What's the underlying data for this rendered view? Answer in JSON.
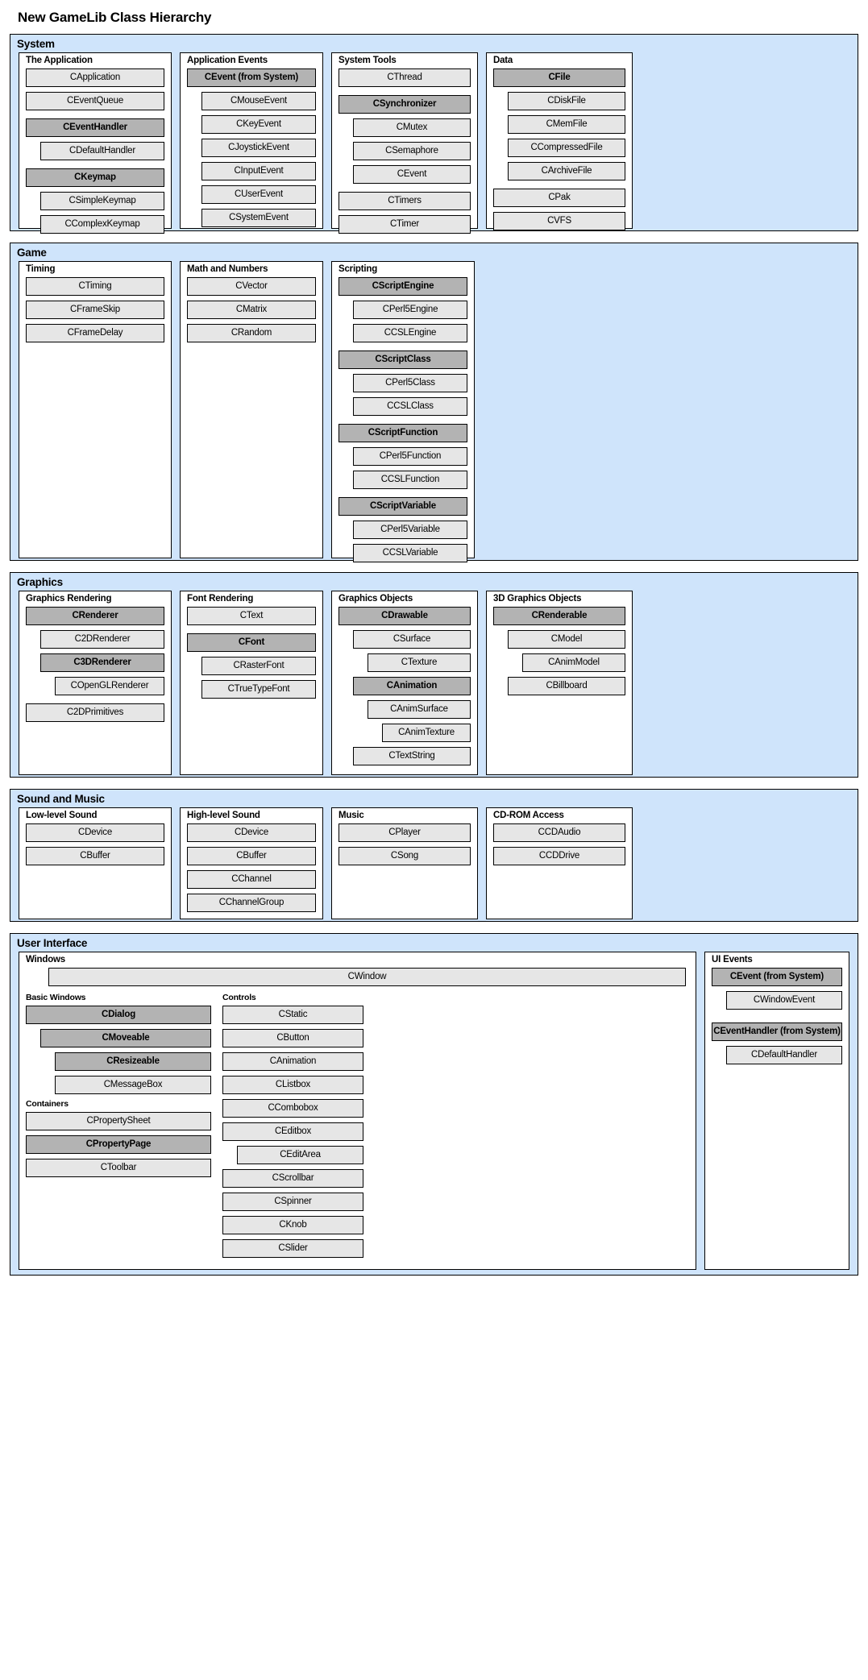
{
  "title": "New GameLib Class Hierarchy",
  "sections": [
    {
      "name": "System",
      "panels": [
        {
          "name": "The Application",
          "classes": [
            {
              "label": "CApplication",
              "style": "light",
              "depth": 0
            },
            {
              "label": "CEventQueue",
              "style": "light",
              "depth": 0
            },
            {
              "label": "CEventHandler",
              "style": "dark",
              "depth": 0
            },
            {
              "label": "CDefaultHandler",
              "style": "light",
              "depth": 1
            },
            {
              "label": "CKeymap",
              "style": "dark",
              "depth": 0
            },
            {
              "label": "CSimpleKeymap",
              "style": "light",
              "depth": 1
            },
            {
              "label": "CComplexKeymap",
              "style": "light",
              "depth": 1
            }
          ]
        },
        {
          "name": "Application Events",
          "classes": [
            {
              "label": "CEvent (from System)",
              "style": "dark",
              "depth": 0
            },
            {
              "label": "CMouseEvent",
              "style": "light",
              "depth": 1
            },
            {
              "label": "CKeyEvent",
              "style": "light",
              "depth": 1
            },
            {
              "label": "CJoystickEvent",
              "style": "light",
              "depth": 1
            },
            {
              "label": "CInputEvent",
              "style": "light",
              "depth": 1
            },
            {
              "label": "CUserEvent",
              "style": "light",
              "depth": 1
            },
            {
              "label": "CSystemEvent",
              "style": "light",
              "depth": 1
            }
          ]
        },
        {
          "name": "System Tools",
          "classes": [
            {
              "label": "CThread",
              "style": "light",
              "depth": 0
            },
            {
              "label": "CSynchronizer",
              "style": "dark",
              "depth": 0
            },
            {
              "label": "CMutex",
              "style": "light",
              "depth": 1
            },
            {
              "label": "CSemaphore",
              "style": "light",
              "depth": 1
            },
            {
              "label": "CEvent",
              "style": "light",
              "depth": 1
            },
            {
              "label": "CTimers",
              "style": "light",
              "depth": 0
            },
            {
              "label": "CTimer",
              "style": "light",
              "depth": 0
            }
          ]
        },
        {
          "name": "Data",
          "classes": [
            {
              "label": "CFile",
              "style": "dark",
              "depth": 0
            },
            {
              "label": "CDiskFile",
              "style": "light",
              "depth": 1
            },
            {
              "label": "CMemFile",
              "style": "light",
              "depth": 1
            },
            {
              "label": "CCompressedFile",
              "style": "light",
              "depth": 1
            },
            {
              "label": "CArchiveFile",
              "style": "light",
              "depth": 1
            },
            {
              "label": "CPak",
              "style": "light",
              "depth": 0
            },
            {
              "label": "CVFS",
              "style": "light",
              "depth": 0
            }
          ]
        }
      ]
    },
    {
      "name": "Game",
      "panels": [
        {
          "name": "Timing",
          "classes": [
            {
              "label": "CTiming",
              "style": "light",
              "depth": 0
            },
            {
              "label": "CFrameSkip",
              "style": "light",
              "depth": 0
            },
            {
              "label": "CFrameDelay",
              "style": "light",
              "depth": 0
            }
          ]
        },
        {
          "name": "Math and Numbers",
          "classes": [
            {
              "label": "CVector",
              "style": "light",
              "depth": 0
            },
            {
              "label": "CMatrix",
              "style": "light",
              "depth": 0
            },
            {
              "label": "CRandom",
              "style": "light",
              "depth": 0
            }
          ]
        },
        {
          "name": "Scripting",
          "classes": [
            {
              "label": "CScriptEngine",
              "style": "dark",
              "depth": 0
            },
            {
              "label": "CPerl5Engine",
              "style": "light",
              "depth": 1
            },
            {
              "label": "CCSLEngine",
              "style": "light",
              "depth": 1
            },
            {
              "label": "CScriptClass",
              "style": "dark",
              "depth": 0
            },
            {
              "label": "CPerl5Class",
              "style": "light",
              "depth": 1
            },
            {
              "label": "CCSLClass",
              "style": "light",
              "depth": 1
            },
            {
              "label": "CScriptFunction",
              "style": "dark",
              "depth": 0
            },
            {
              "label": "CPerl5Function",
              "style": "light",
              "depth": 1
            },
            {
              "label": "CCSLFunction",
              "style": "light",
              "depth": 1
            },
            {
              "label": "CScriptVariable",
              "style": "dark",
              "depth": 0
            },
            {
              "label": "CPerl5Variable",
              "style": "light",
              "depth": 1
            },
            {
              "label": "CCSLVariable",
              "style": "light",
              "depth": 1
            }
          ]
        }
      ]
    },
    {
      "name": "Graphics",
      "panels": [
        {
          "name": "Graphics Rendering",
          "classes": [
            {
              "label": "CRenderer",
              "style": "dark",
              "depth": 0
            },
            {
              "label": "C2DRenderer",
              "style": "light",
              "depth": 1
            },
            {
              "label": "C3DRenderer",
              "style": "dark",
              "depth": 1
            },
            {
              "label": "COpenGLRenderer",
              "style": "light",
              "depth": 2
            },
            {
              "label": "C2DPrimitives",
              "style": "light",
              "depth": 0
            }
          ]
        },
        {
          "name": "Font Rendering",
          "classes": [
            {
              "label": "CText",
              "style": "light",
              "depth": 0
            },
            {
              "label": "CFont",
              "style": "dark",
              "depth": 0
            },
            {
              "label": "CRasterFont",
              "style": "light",
              "depth": 1
            },
            {
              "label": "CTrueTypeFont",
              "style": "light",
              "depth": 1
            }
          ]
        },
        {
          "name": "Graphics Objects",
          "classes": [
            {
              "label": "CDrawable",
              "style": "dark",
              "depth": 0
            },
            {
              "label": "CSurface",
              "style": "light",
              "depth": 1
            },
            {
              "label": "CTexture",
              "style": "light",
              "depth": 2
            },
            {
              "label": "CAnimation",
              "style": "dark",
              "depth": 1
            },
            {
              "label": "CAnimSurface",
              "style": "light",
              "depth": 2
            },
            {
              "label": "CAnimTexture",
              "style": "light",
              "depth": 3
            },
            {
              "label": "CTextString",
              "style": "light",
              "depth": 1
            }
          ]
        },
        {
          "name": "3D Graphics Objects",
          "classes": [
            {
              "label": "CRenderable",
              "style": "dark",
              "depth": 0
            },
            {
              "label": "CModel",
              "style": "light",
              "depth": 1
            },
            {
              "label": "CAnimModel",
              "style": "light",
              "depth": 2
            },
            {
              "label": "CBillboard",
              "style": "light",
              "depth": 1
            }
          ]
        }
      ]
    },
    {
      "name": "Sound and Music",
      "panels": [
        {
          "name": "Low-level Sound",
          "classes": [
            {
              "label": "CDevice",
              "style": "light",
              "depth": 0
            },
            {
              "label": "CBuffer",
              "style": "light",
              "depth": 0
            }
          ]
        },
        {
          "name": "High-level Sound",
          "classes": [
            {
              "label": "CDevice",
              "style": "light",
              "depth": 0
            },
            {
              "label": "CBuffer",
              "style": "light",
              "depth": 0
            },
            {
              "label": "CChannel",
              "style": "light",
              "depth": 0
            },
            {
              "label": "CChannelGroup",
              "style": "light",
              "depth": 0
            }
          ]
        },
        {
          "name": "Music",
          "classes": [
            {
              "label": "CPlayer",
              "style": "light",
              "depth": 0
            },
            {
              "label": "CSong",
              "style": "light",
              "depth": 0
            }
          ]
        },
        {
          "name": "CD-ROM Access",
          "classes": [
            {
              "label": "CCDAudio",
              "style": "light",
              "depth": 0
            },
            {
              "label": "CCDDrive",
              "style": "light",
              "depth": 0
            }
          ]
        }
      ]
    }
  ],
  "ui_section": {
    "name": "User Interface",
    "windows_panel": {
      "name": "Windows",
      "root": {
        "label": "CWindow",
        "style": "light"
      },
      "groups": [
        {
          "name": "Basic Windows",
          "classes": [
            {
              "label": "CDialog",
              "style": "dark",
              "depth": 0
            },
            {
              "label": "CMoveable",
              "style": "dark",
              "depth": 1
            },
            {
              "label": "CResizeable",
              "style": "dark",
              "depth": 2
            },
            {
              "label": "CMessageBox",
              "style": "light",
              "depth": 2
            }
          ]
        },
        {
          "name": "Containers",
          "classes": [
            {
              "label": "CPropertySheet",
              "style": "light",
              "depth": 0
            },
            {
              "label": "CPropertyPage",
              "style": "dark",
              "depth": 0
            },
            {
              "label": "CToolbar",
              "style": "light",
              "depth": 0
            }
          ]
        }
      ],
      "controls": {
        "name": "Controls",
        "classes": [
          {
            "label": "CStatic",
            "style": "light",
            "depth": 0
          },
          {
            "label": "CButton",
            "style": "light",
            "depth": 0
          },
          {
            "label": "CAnimation",
            "style": "light",
            "depth": 0
          },
          {
            "label": "CListbox",
            "style": "light",
            "depth": 0
          },
          {
            "label": "CCombobox",
            "style": "light",
            "depth": 0
          },
          {
            "label": "CEditbox",
            "style": "light",
            "depth": 0
          },
          {
            "label": "CEditArea",
            "style": "light",
            "depth": 1
          },
          {
            "label": "CScrollbar",
            "style": "light",
            "depth": 0
          },
          {
            "label": "CSpinner",
            "style": "light",
            "depth": 0
          },
          {
            "label": "CKnob",
            "style": "light",
            "depth": 0
          },
          {
            "label": "CSlider",
            "style": "light",
            "depth": 0
          }
        ]
      }
    },
    "events_panel": {
      "name": "UI Events",
      "classes": [
        {
          "label": "CEvent (from System)",
          "style": "dark",
          "depth": 0
        },
        {
          "label": "CWindowEvent",
          "style": "light",
          "depth": 1
        },
        {
          "label": "CEventHandler (from System)",
          "style": "dark",
          "depth": 0
        },
        {
          "label": "CDefaultHandler",
          "style": "light",
          "depth": 1
        }
      ]
    }
  },
  "colors": {
    "section_bg": "#cfe4fb",
    "panel_bg": "#ffffff",
    "class_light": "#e6e6e6",
    "class_dark": "#b3b3b3",
    "border": "#000000"
  }
}
